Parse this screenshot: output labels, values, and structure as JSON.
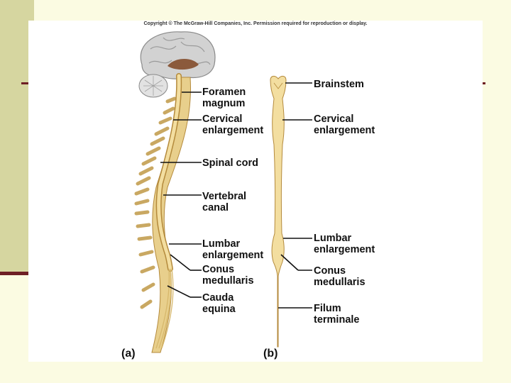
{
  "copyright": "Copyright © The McGraw-Hill Companies, Inc. Permission required for reproduction or display.",
  "panel_a": {
    "tag": "(a)",
    "labels": [
      {
        "line1": "Foramen",
        "line2": "magnum"
      },
      {
        "line1": "Cervical",
        "line2": "enlargement"
      },
      {
        "line1": "Spinal cord",
        "line2": ""
      },
      {
        "line1": "Vertebral",
        "line2": "canal"
      },
      {
        "line1": "Lumbar",
        "line2": "enlargement"
      },
      {
        "line1": "Conus",
        "line2": "medullaris"
      },
      {
        "line1": "Cauda",
        "line2": "equina"
      }
    ]
  },
  "panel_b": {
    "tag": "(b)",
    "labels": [
      {
        "line1": "Brainstem",
        "line2": ""
      },
      {
        "line1": "Cervical",
        "line2": "enlargement"
      },
      {
        "line1": "Lumbar",
        "line2": "enlargement"
      },
      {
        "line1": "Conus",
        "line2": "medullaris"
      },
      {
        "line1": "Filum",
        "line2": "terminale"
      }
    ]
  },
  "colors": {
    "cord": "#f3dea0",
    "cord_outline": "#b48a3c",
    "bone": "#e8cf8c",
    "brain": "#cfcfcf",
    "background": "#fbfbe2",
    "accent_rule": "#6e1f24"
  }
}
